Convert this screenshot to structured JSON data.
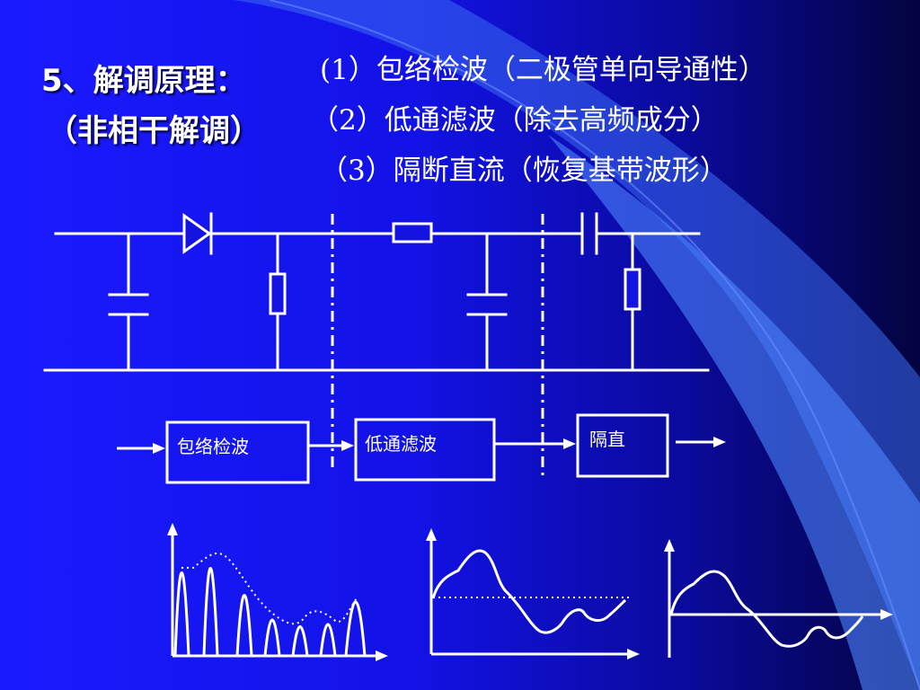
{
  "title": {
    "line1": "5、解调原理：",
    "line2": "（非相干解调）"
  },
  "points": [
    "(1）包络检波（二极管单向导通性）",
    "（2）低通滤波（除去高频成分）",
    "（3）隔断直流（恢复基带波形）"
  ],
  "blocks": {
    "envelope_detect": "包络检波",
    "low_pass": "低通滤波",
    "dc_block": "隔直"
  },
  "colors": {
    "background": "#1a1aff",
    "stroke": "#ffffff",
    "accent_shape": "#3a6cf0"
  }
}
